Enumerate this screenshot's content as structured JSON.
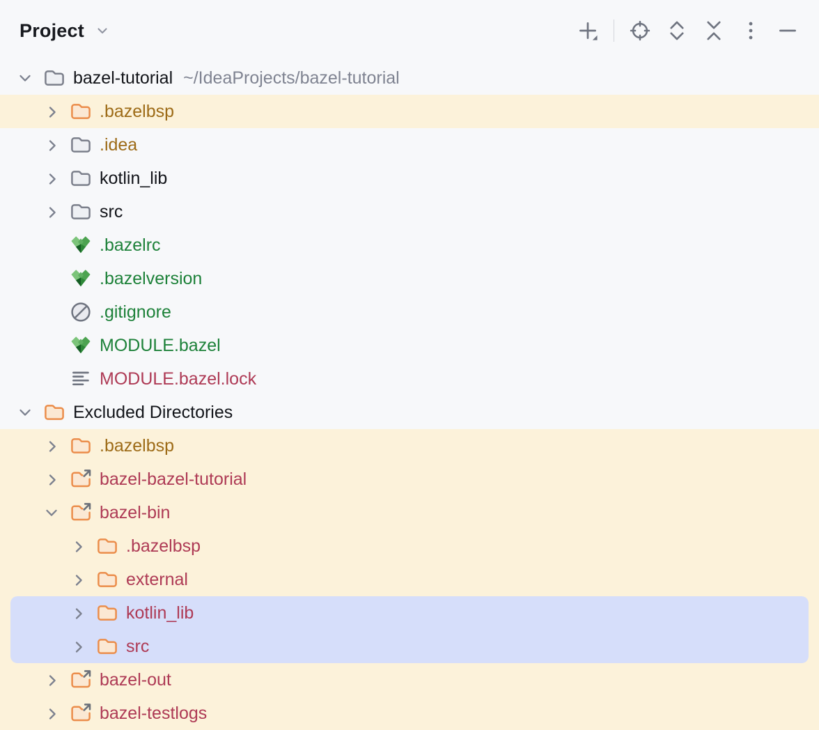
{
  "header": {
    "title": "Project",
    "toolbar": [
      {
        "name": "add",
        "icon": "plus-icon"
      },
      {
        "name": "separator"
      },
      {
        "name": "select-opened-file",
        "icon": "locate-icon"
      },
      {
        "name": "expand-all",
        "icon": "expand-all-icon"
      },
      {
        "name": "collapse-all",
        "icon": "collapse-all-icon"
      },
      {
        "name": "more-options",
        "icon": "kebab-menu-icon"
      },
      {
        "name": "hide",
        "icon": "minimize-icon"
      }
    ]
  },
  "colors": {
    "panel_bg": "#f7f8fa",
    "row_highlight_yellow": "#fcf2da",
    "row_selected_blue": "#d6defa",
    "folder_orange": "#eb8d4b",
    "folder_gray": "#7b7f8b",
    "vcs_added_green": "#1d8139",
    "vcs_excluded_brown": "#9d6b17",
    "vcs_deleted_rose": "#ae3a55",
    "icon_gray": "#6f7480"
  },
  "tree": {
    "rows": [
      {
        "label": "bazel-tutorial",
        "suffix": "~/IdeaProjects/bazel-tutorial",
        "level": 0,
        "chevron": "down",
        "icon": "folder-gray",
        "color": "black",
        "bg": "none"
      },
      {
        "label": ".bazelbsp",
        "suffix": "",
        "level": 1,
        "chevron": "right",
        "icon": "folder-orange",
        "color": "brown",
        "bg": "yellow"
      },
      {
        "label": ".idea",
        "suffix": "",
        "level": 1,
        "chevron": "right",
        "icon": "folder-gray",
        "color": "brown",
        "bg": "none"
      },
      {
        "label": "kotlin_lib",
        "suffix": "",
        "level": 1,
        "chevron": "right",
        "icon": "folder-gray",
        "color": "black",
        "bg": "none"
      },
      {
        "label": "src",
        "suffix": "",
        "level": 1,
        "chevron": "right",
        "icon": "folder-gray",
        "color": "black",
        "bg": "none"
      },
      {
        "label": ".bazelrc",
        "suffix": "",
        "level": 1,
        "chevron": "none",
        "icon": "bazel",
        "color": "green",
        "bg": "none"
      },
      {
        "label": ".bazelversion",
        "suffix": "",
        "level": 1,
        "chevron": "none",
        "icon": "bazel",
        "color": "green",
        "bg": "none"
      },
      {
        "label": ".gitignore",
        "suffix": "",
        "level": 1,
        "chevron": "none",
        "icon": "ignored",
        "color": "green",
        "bg": "none"
      },
      {
        "label": "MODULE.bazel",
        "suffix": "",
        "level": 1,
        "chevron": "none",
        "icon": "bazel",
        "color": "green",
        "bg": "none"
      },
      {
        "label": "MODULE.bazel.lock",
        "suffix": "",
        "level": 1,
        "chevron": "none",
        "icon": "file-lines",
        "color": "rose",
        "bg": "none"
      },
      {
        "label": "Excluded Directories",
        "suffix": "",
        "level": 0,
        "chevron": "down",
        "icon": "folder-orange",
        "color": "black",
        "bg": "none"
      },
      {
        "label": ".bazelbsp",
        "suffix": "",
        "level": 1,
        "chevron": "right",
        "icon": "folder-orange",
        "color": "brown",
        "bg": "yellow"
      },
      {
        "label": "bazel-bazel-tutorial",
        "suffix": "",
        "level": 1,
        "chevron": "right",
        "icon": "folder-symlink",
        "color": "rose",
        "bg": "yellow"
      },
      {
        "label": "bazel-bin",
        "suffix": "",
        "level": 1,
        "chevron": "down",
        "icon": "folder-symlink",
        "color": "rose",
        "bg": "yellow"
      },
      {
        "label": ".bazelbsp",
        "suffix": "",
        "level": 2,
        "chevron": "right",
        "icon": "folder-orange",
        "color": "rose",
        "bg": "yellow"
      },
      {
        "label": "external",
        "suffix": "",
        "level": 2,
        "chevron": "right",
        "icon": "folder-orange",
        "color": "rose",
        "bg": "yellow"
      },
      {
        "label": "kotlin_lib",
        "suffix": "",
        "level": 2,
        "chevron": "right",
        "icon": "folder-orange",
        "color": "rose",
        "bg": "selected-top"
      },
      {
        "label": "src",
        "suffix": "",
        "level": 2,
        "chevron": "right",
        "icon": "folder-orange",
        "color": "rose",
        "bg": "selected-bottom"
      },
      {
        "label": "bazel-out",
        "suffix": "",
        "level": 1,
        "chevron": "right",
        "icon": "folder-symlink",
        "color": "rose",
        "bg": "yellow"
      },
      {
        "label": "bazel-testlogs",
        "suffix": "",
        "level": 1,
        "chevron": "right",
        "icon": "folder-symlink",
        "color": "rose",
        "bg": "yellow"
      }
    ]
  }
}
